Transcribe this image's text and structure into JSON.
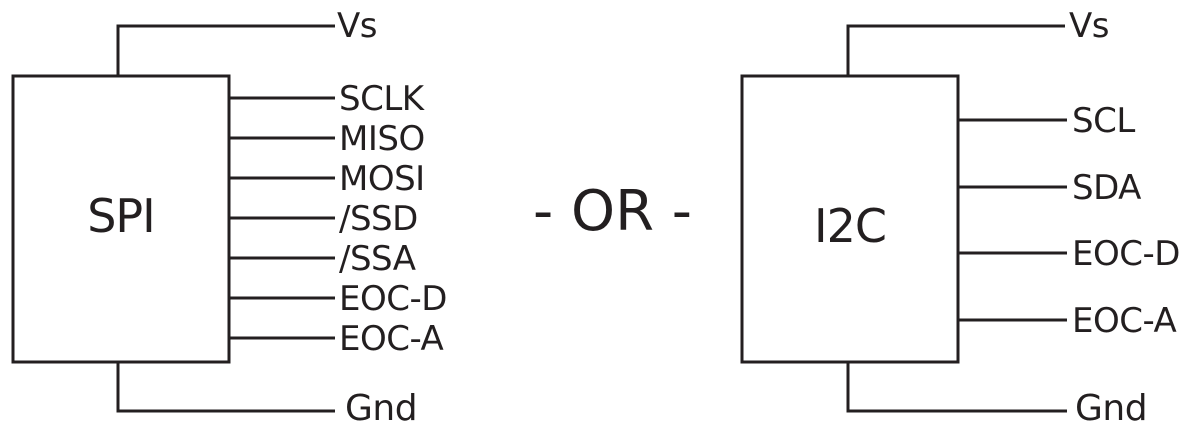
{
  "diagram": {
    "separator": "- OR -",
    "stroke_color": "#231f20",
    "background": "#ffffff",
    "chips": [
      {
        "name": "SPI",
        "power_label": "Vs",
        "ground_label": "Gnd",
        "pins": [
          "SCLK",
          "MISO",
          "MOSI",
          "/SSD",
          "/SSA",
          "EOC-D",
          "EOC-A"
        ]
      },
      {
        "name": "I2C",
        "power_label": "Vs",
        "ground_label": "Gnd",
        "pins": [
          "SCL",
          "SDA",
          "EOC-D",
          "EOC-A"
        ]
      }
    ]
  }
}
